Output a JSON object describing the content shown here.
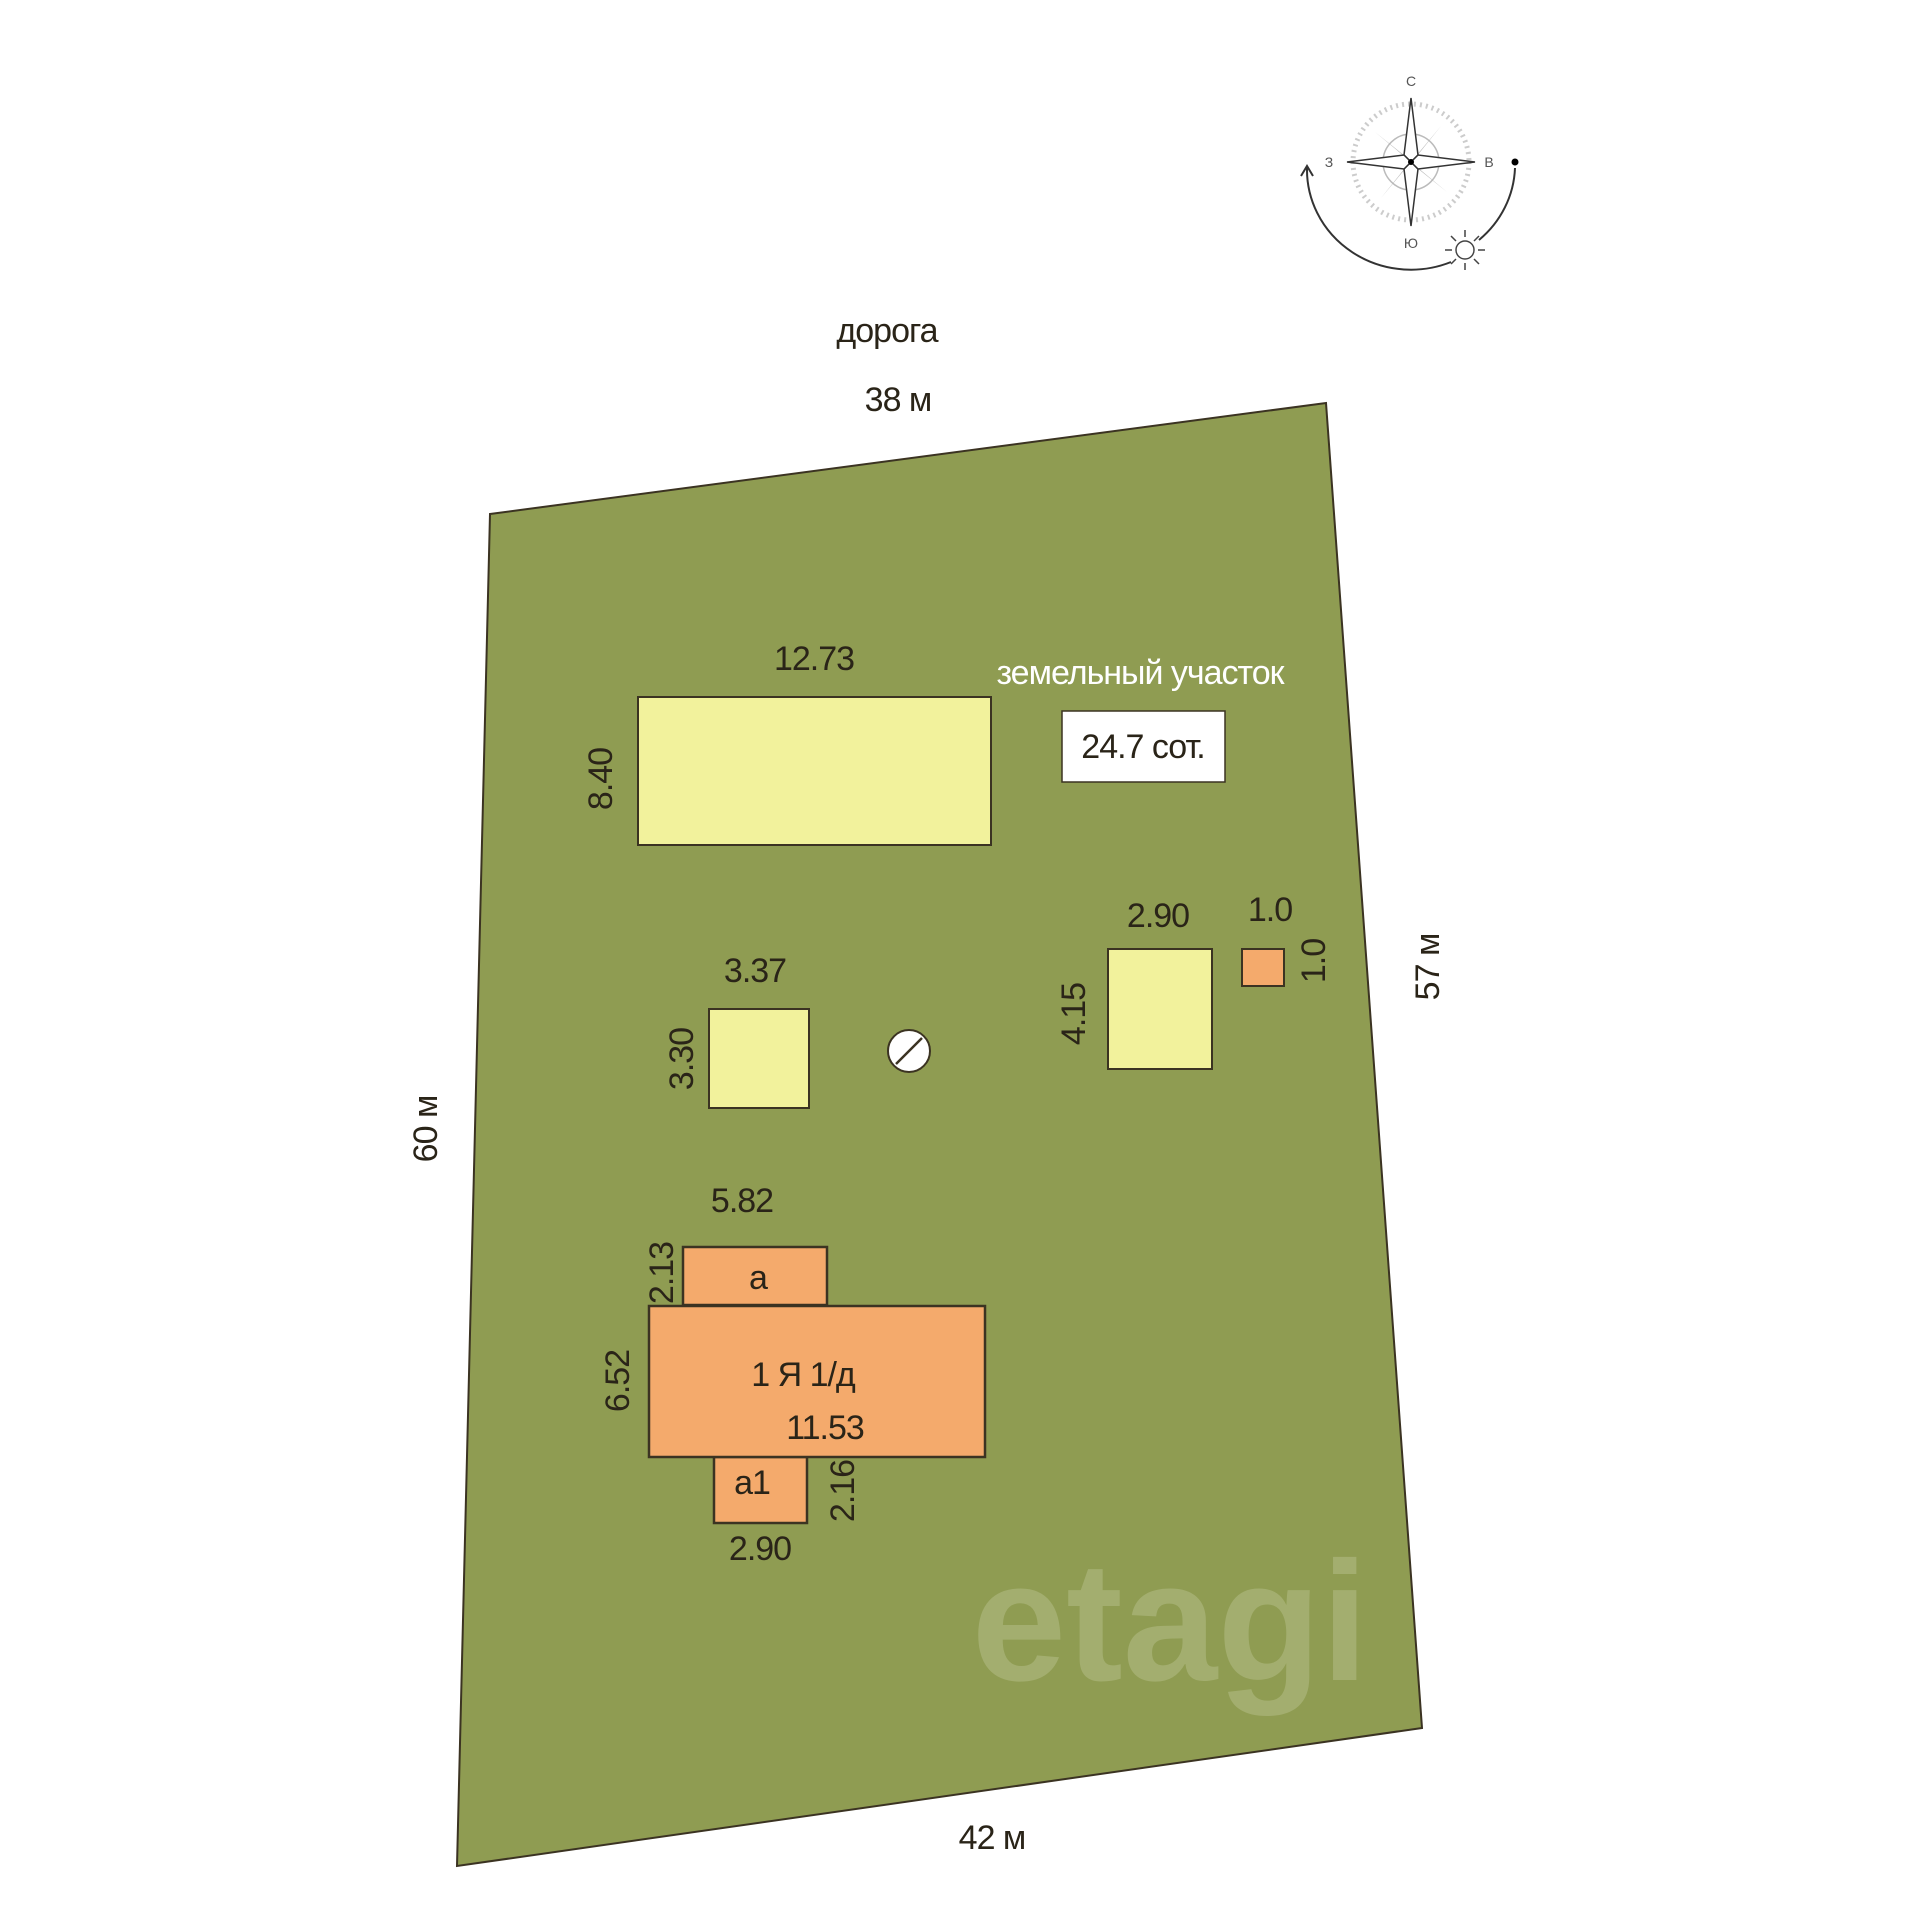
{
  "colors": {
    "plot": "#8f9c52",
    "building_yellow": "#f2f29c",
    "building_orange": "#f4aa6c",
    "outline": "#3b3322"
  },
  "compass": {
    "north": "С",
    "south": "Ю",
    "west": "З",
    "east": "В",
    "icon": "compass-rose-icon",
    "sun_icon": "sun-icon"
  },
  "road_label": "дорога",
  "boundaries": {
    "top": "38 м",
    "left": "60 м",
    "right": "57 м",
    "bottom": "42 м"
  },
  "plot": {
    "title": "земельный участок",
    "area": "24.7 сот."
  },
  "watermark": "etagi",
  "buildings": {
    "large_yellow": {
      "width": "12.73",
      "height": "8.40"
    },
    "small_yellow": {
      "width": "3.37",
      "height": "3.30"
    },
    "right_yellow": {
      "width": "2.90",
      "height": "4.15"
    },
    "small_orange": {
      "width": "1.0",
      "height": "1.0"
    },
    "house": {
      "label": "1 Я 1/д",
      "width": "11.53",
      "height": "6.52"
    },
    "annex_a": {
      "label": "а",
      "width": "5.82",
      "height": "2.13"
    },
    "annex_a1": {
      "label": "а1",
      "width": "2.90",
      "height": "2.16"
    }
  },
  "well_icon": "well-icon"
}
